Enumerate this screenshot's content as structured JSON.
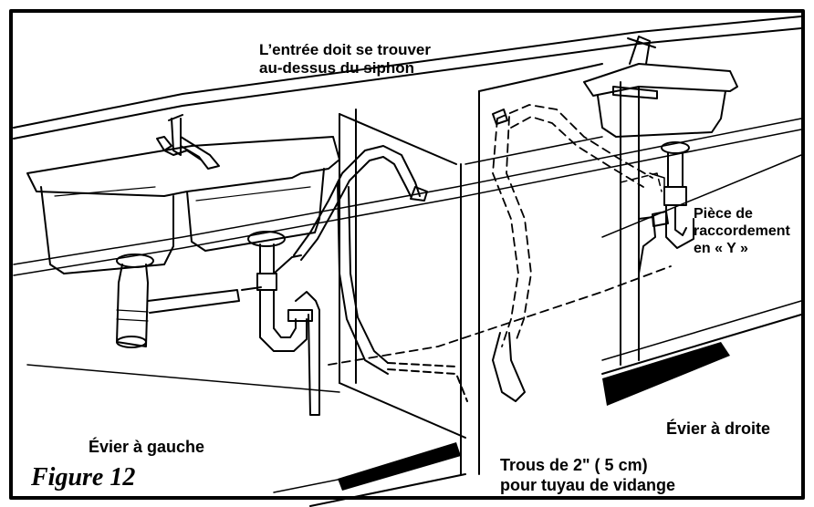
{
  "labels": {
    "inlet_line1": "L’entrée doit se trouver",
    "inlet_line2": "au-dessus du siphon",
    "y_line1": "Pièce de",
    "y_line2": "raccordement",
    "y_line3": "en « Y »",
    "left_sink": "Évier à gauche",
    "right_sink": "Évier à droite",
    "holes_line1": "Trous de 2\" ( 5 cm)",
    "holes_line2": "pour tuyau de vidange"
  },
  "caption": "Figure 12",
  "colors": {
    "ink": "#000000",
    "paper": "#ffffff"
  }
}
